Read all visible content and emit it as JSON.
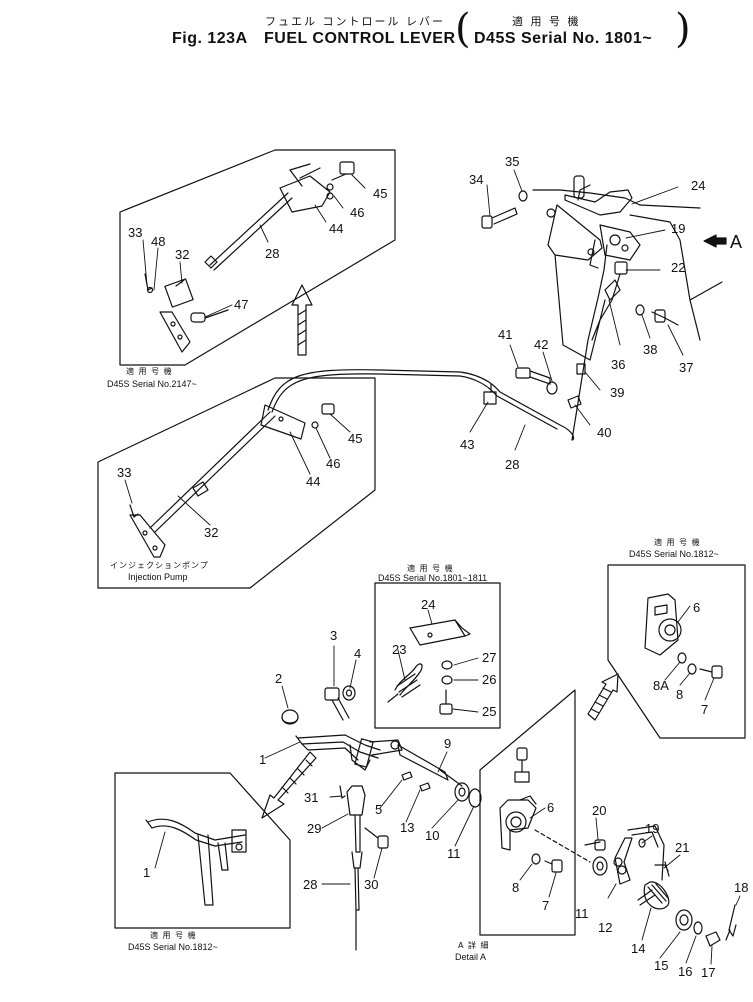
{
  "header": {
    "fig_number": "Fig. 123A",
    "title_jp": "フュエル コントロール レバー",
    "title_en": "FUEL CONTROL LEVER",
    "applicable_jp": "適 用 号 機",
    "serial_en": "D45S Serial No. 1801~"
  },
  "view_marker": {
    "label": "A"
  },
  "notes": {
    "upper_inset_jp": "適 用 号 機",
    "upper_inset_en": "D45S Serial No.2147~",
    "injection_pump_jp": "インジェクションポンプ",
    "injection_pump_en": "Injection Pump",
    "mid_inset_jp": "適 用 号 機",
    "mid_inset_en": "D45S Serial No.1801~1811",
    "right_inset_jp": "適 用 号 機",
    "right_inset_en": "D45S Serial No.1812~",
    "left_inset_jp": "適 用 号 機",
    "left_inset_en": "D45S Serial No.1812~",
    "detail_jp": "A 詳 細",
    "detail_en": "Detail A"
  },
  "callouts": {
    "c45a": "45",
    "c46a": "46",
    "c44a": "44",
    "c28a": "28",
    "c33a": "33",
    "c48": "48",
    "c32a": "32",
    "c47": "47",
    "c45b": "45",
    "c46b": "46",
    "c44b": "44",
    "c33b": "33",
    "c32b": "32",
    "c35": "35",
    "c34": "34",
    "c24a": "24",
    "c19a": "19",
    "c22": "22",
    "c41": "41",
    "c42": "42",
    "c36": "36",
    "c38": "38",
    "c37": "37",
    "c39": "39",
    "c40": "40",
    "c43": "43",
    "c28b": "28",
    "c24b": "24",
    "c23": "23",
    "c27": "27",
    "c26": "26",
    "c25": "25",
    "c6a": "6",
    "c8Aa": "8A",
    "c8a": "8",
    "c7a": "7",
    "c3": "3",
    "c4": "4",
    "c2": "2",
    "c1a": "1",
    "c9": "9",
    "c31": "31",
    "c5": "5",
    "c13": "13",
    "c10": "10",
    "c11a": "11",
    "c29": "29",
    "c28c": "28",
    "c30": "30",
    "c1b": "1",
    "c6b": "6",
    "c8b": "8",
    "c7b": "7",
    "c11b": "11",
    "c20": "20",
    "c19b": "19",
    "c21": "21",
    "c12": "12",
    "c14": "14",
    "c15": "15",
    "c16": "16",
    "c17": "17",
    "c18": "18"
  }
}
